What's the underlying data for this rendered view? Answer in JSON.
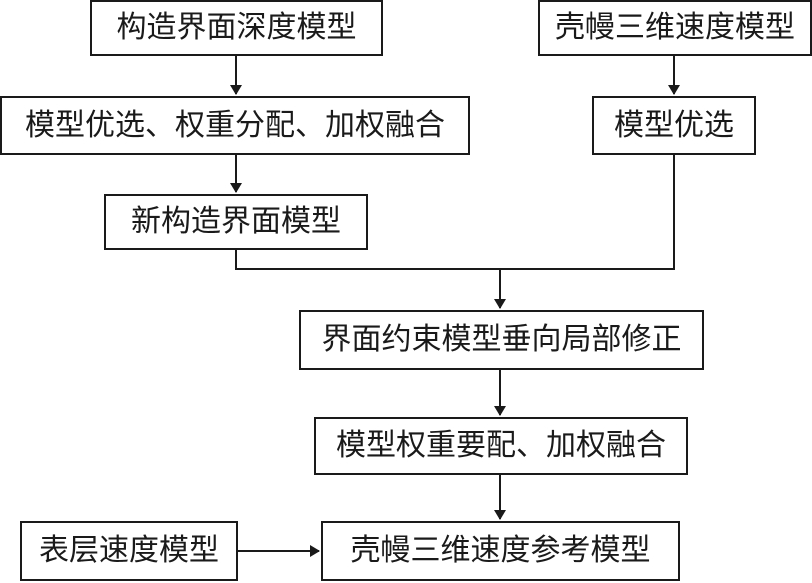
{
  "nodes": {
    "structural_depth_model": "构造界面深度模型",
    "crust_mantle_3d_velocity_model": "壳幔三维速度模型",
    "model_selection_weighting_fusion": "模型优选、权重分配、加权融合",
    "model_selection": "模型优选",
    "new_structural_interface_model": "新构造界面模型",
    "interface_constrained_vertical_correction": "界面约束模型垂向局部修正",
    "model_weight_fusion": "模型权重要配、加权融合",
    "surface_velocity_model": "表层速度模型",
    "crust_mantle_3d_reference_model": "壳幔三维速度参考模型"
  },
  "colors": {
    "line": "#1a1a1a",
    "box_border": "#1a1a1a",
    "background": "#ffffff"
  }
}
